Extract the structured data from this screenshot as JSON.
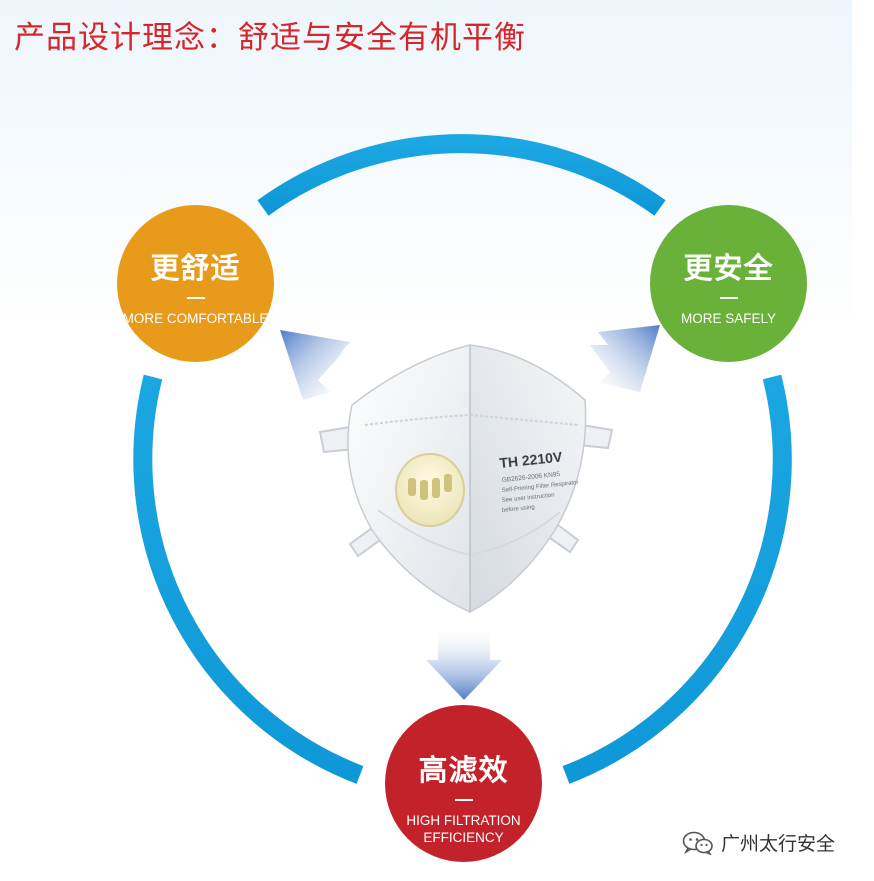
{
  "title": "产品设计理念：舒适与安全有机平衡",
  "badges": {
    "comfort": {
      "zh": "更舒适",
      "en": "MORE COMFORTABLE"
    },
    "safe": {
      "zh": "更安全",
      "en": "MORE SAFELY"
    },
    "filter": {
      "zh": "高滤效",
      "en_line1": "HIGH FILTRATION",
      "en_line2": "EFFICIENCY"
    }
  },
  "mask": {
    "model": "TH 2210V",
    "print_line1": "GB2626-2006 KN95",
    "print_line2": "Self-Priming Filter Respirator",
    "print_line3": "See user instruction",
    "print_line4": "before using"
  },
  "watermark": {
    "icon": "wechat-icon",
    "text": "广州太行安全"
  },
  "colors": {
    "title": "#d7262b",
    "ring": "#12a0dc",
    "comfort": "#e89a1a",
    "safe": "#6ab13a",
    "filter": "#c3222a",
    "arrow": "#5b83c9"
  }
}
